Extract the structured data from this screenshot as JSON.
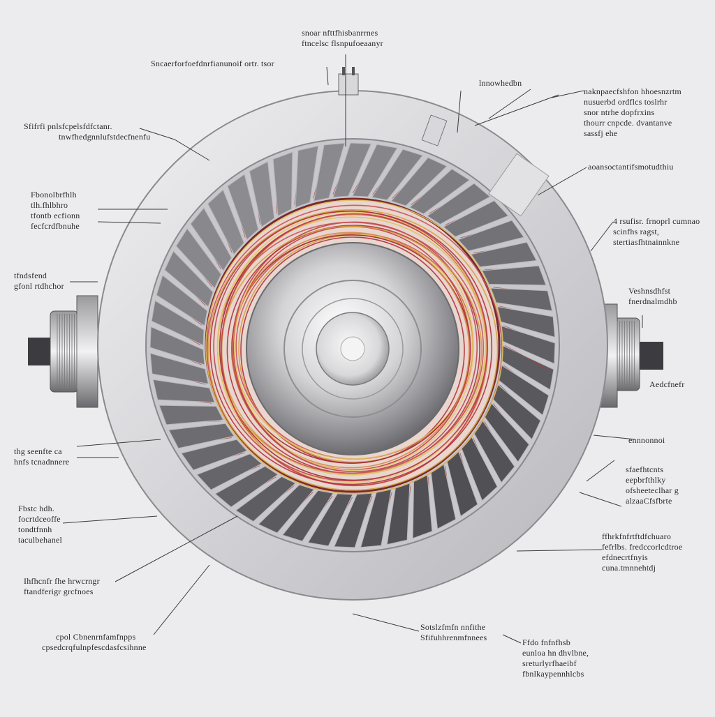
{
  "colors": {
    "background": "#ececee",
    "housing": "#d9d9dc",
    "stator_blade": "#6e6e72",
    "winding_red": "#c8404a",
    "winding_yellow": "#e0b040",
    "hub_silver": "#c9c9cc",
    "leader_line": "#3a3a3a"
  },
  "icons": {
    "left_shaft": "shaft-end-icon",
    "right_shaft": "shaft-end-icon",
    "top_terminal": "terminal-block-icon"
  },
  "labels": {
    "top_center": [
      "snoar nfttfhisbanrrnes",
      "ftncelsc flsnpufoeaanyr"
    ],
    "top_left": [
      "Sncaerforfoefdnrfianunoif ortr. tsor"
    ],
    "top_right_small": [
      "lnnowhedbn"
    ],
    "top_right_block": [
      "naknpaecfshfon hhoesnzrtm",
      "nusuerbd ordflcs toslrhr",
      "snor ntrhe dopfrxins",
      "thourr cnpcde. dvantanve",
      "sassfj ehe"
    ],
    "right_1": [
      "aoansoctantifsmotudthiu"
    ],
    "right_2": [
      "4 rsufisr. frnoprl cumnao",
      "scinfhs ragst,",
      "stertiasfhtnainnkne"
    ],
    "right_3": [
      "Veshnsdhfst",
      "fnerdnalmdhb"
    ],
    "right_4": [
      "Aedcfnefr"
    ],
    "right_5": [
      "ennnonnoi"
    ],
    "right_6": [
      "sfaefhtcnts",
      "eepbrfthlky",
      "ofsheeteclhar g",
      "alzaaCfsfbrte"
    ],
    "right_7": [
      "ffhrkfnfrtftdfchuaro",
      "fefrlbs. fredccorlcdtroe",
      "efdnecrtfnyis",
      "cuna.tmnnehtdj"
    ],
    "bottom_center": [
      "Sotslzfmfn nnfithe",
      "Sfifuhhrenmfnnees"
    ],
    "bottom_right": [
      "Ffdo fnfnfhsb",
      "eunloa hn dhvlbne,",
      "sreturlyrfhaeibf",
      "fbnlkaypennhlcbs"
    ],
    "left_1": [
      "Sfifrfi pnlsfcpelsfdfctanr.",
      "tnwfhedgnnlufstdecfnenfu"
    ],
    "left_2": [
      "Fbonolbrfhlh",
      "tlh.fhlbhro",
      "tfontb ecfionn",
      "fecfcrdfbnuhe"
    ],
    "left_3": [
      "tfndsfend",
      "gfonl rtdhchor"
    ],
    "left_4": [
      "thg seenfte ca",
      "hnfs tcnadnnere"
    ],
    "left_5": [
      "Fbstc hdh.",
      "focrtdceoffe",
      "tondtfnnh",
      "taculbehanel"
    ],
    "left_6": [
      "Ihfhcnfr fhe hrwcrngr",
      "ftandferigr grcfnoes"
    ],
    "left_7": [
      "cpol Cbnenrnfamfnpps",
      "cpsedcrqfulnpfescdasfcsihnne"
    ]
  }
}
